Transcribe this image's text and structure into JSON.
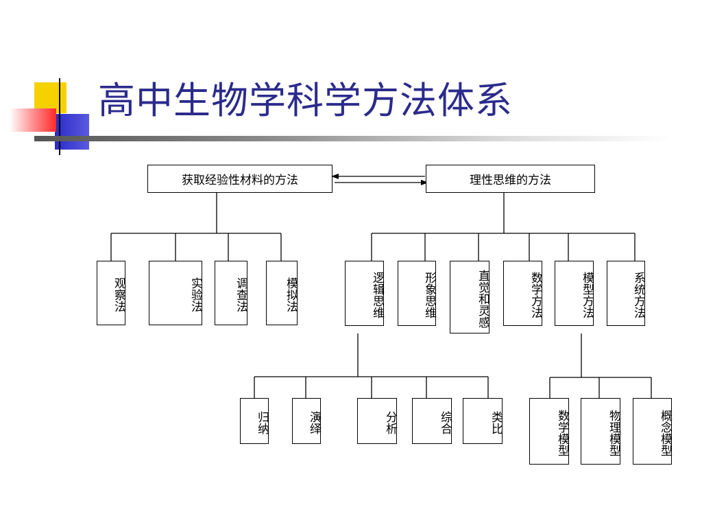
{
  "slide": {
    "title": "高中生物学科学方法体系"
  },
  "diagram": {
    "left_root": "获取经验性材料的方法",
    "right_root": "理性思维的方法",
    "left_children": [
      "观察法",
      "实验法",
      "调查法",
      "模拟法"
    ],
    "right_children": [
      "逻辑思维",
      "形象思维",
      "直觉和灵感",
      "数学方法",
      "模型方法",
      "系统方法"
    ],
    "logic_children": [
      "归纳",
      "演绎",
      "分析",
      "综合",
      "类比"
    ],
    "model_children": [
      "数学模型",
      "物理模型",
      "概念模型"
    ]
  }
}
